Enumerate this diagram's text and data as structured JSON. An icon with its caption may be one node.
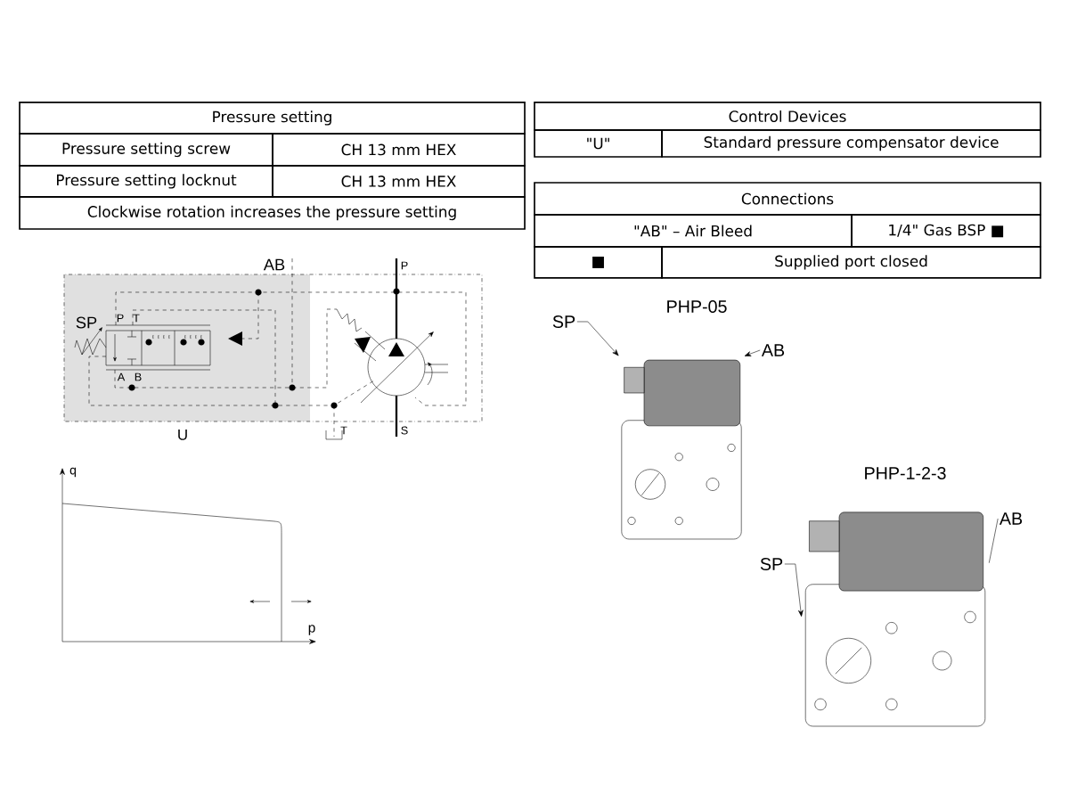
{
  "diagram": {
    "nodes": [
      {
        "text": [
          "SP"
        ]
      },
      {
        "text": [
          "AB"
        ]
      },
      {
        "text": [],
        "shape": "picture",
        "beside": [
          "PHP-05"
        ]
      },
      {
        "text": [
          "SP"
        ]
      },
      {
        "text": [
          "AB"
        ]
      },
      {
        "text": [],
        "shape": "picture",
        "beside": [
          "PHP-1-2-3"
        ]
      }
    ],
    "edges": [
      {
        "from": 0,
        "to": 2,
        "arrow": "to"
      },
      {
        "from": 1,
        "to": 2,
        "arrow": "to"
      },
      {
        "from": 3,
        "to": 5,
        "arrow": "to"
      },
      {
        "from": 4,
        "to": 5,
        "arrow": "none"
      }
    ],
    "labels": [
      "Pressure setting",
      "Pressure setting screw",
      "CH 13 mm HEX",
      "Pressure setting locknut",
      "CH 13 mm HEX",
      "Clockwise rotation increases the pressure setting",
      "Control Devices",
      "\"U\"",
      "Standard pressure compensator device",
      "Connections",
      "\"AB\" – Air Bleed",
      "1/4\" Gas BSP ■",
      "AB",
      "P",
      "■",
      "Supplied port closed",
      "SP",
      "P",
      "T",
      "A",
      "B",
      "U",
      "T",
      "S",
      "q",
      "p"
    ]
  }
}
